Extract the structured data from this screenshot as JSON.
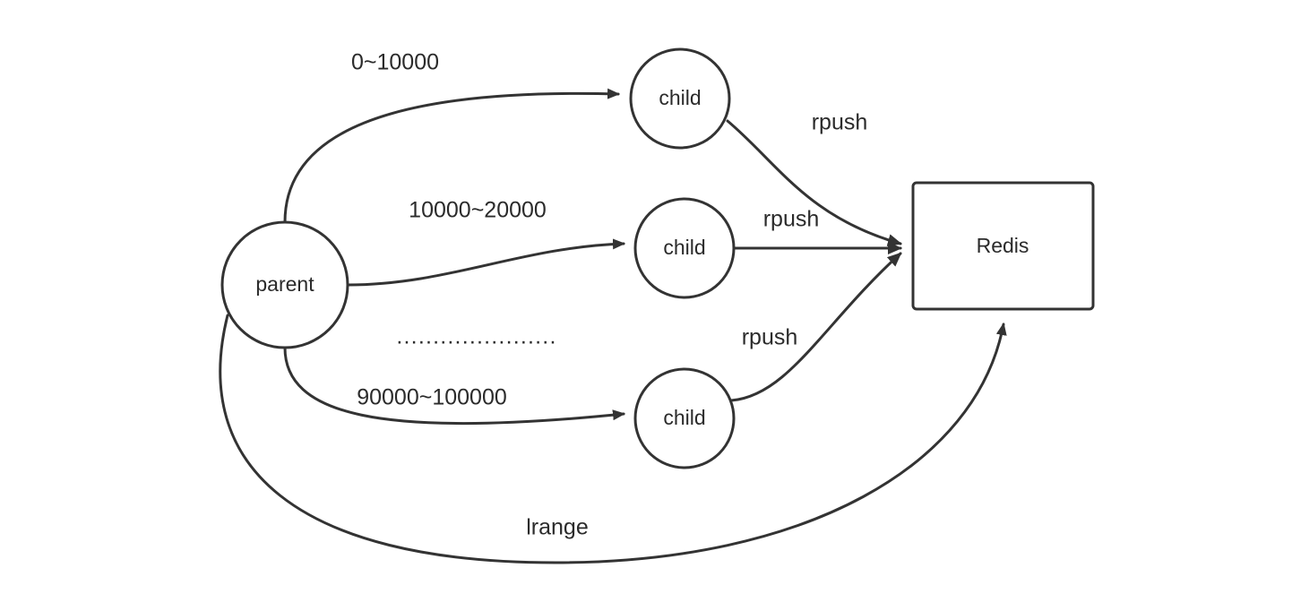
{
  "diagram": {
    "background_color": "#ffffff",
    "stroke_color": "#333333",
    "text_color": "#2b2b2b",
    "nodes": {
      "parent": {
        "label": "parent",
        "shape": "circle"
      },
      "child_top": {
        "label": "child",
        "shape": "circle"
      },
      "child_middle": {
        "label": "child",
        "shape": "circle"
      },
      "child_bottom": {
        "label": "child",
        "shape": "circle"
      },
      "redis": {
        "label": "Redis",
        "shape": "rectangle"
      }
    },
    "edge_labels": {
      "range_top": "0~10000",
      "range_middle": "10000~20000",
      "range_bottom": "90000~100000",
      "rpush_top": "rpush",
      "rpush_middle": "rpush",
      "rpush_bottom": "rpush",
      "lrange": "lrange"
    },
    "ellipsis": "......................"
  }
}
